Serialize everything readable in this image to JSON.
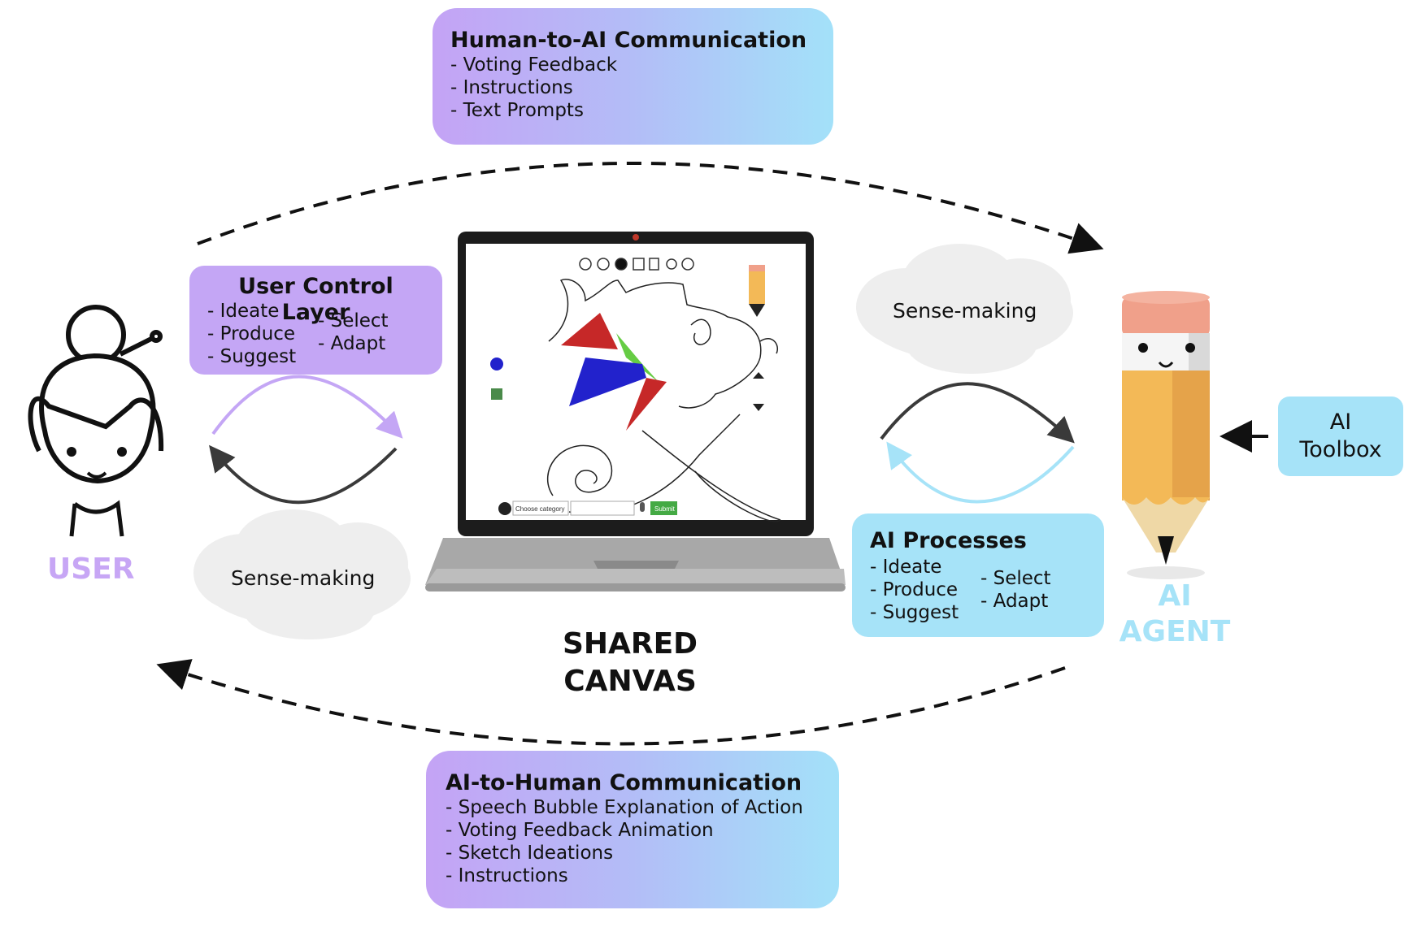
{
  "human_to_ai": {
    "title": "Human-to-AI Communication",
    "items": [
      "- Voting Feedback",
      "- Instructions",
      "- Text Prompts"
    ]
  },
  "user_control": {
    "title": "User Control Layer",
    "col1": [
      "- Ideate",
      "- Produce",
      "- Suggest"
    ],
    "col2": [
      "- Select",
      "- Adapt"
    ]
  },
  "ai_processes": {
    "title": "AI Processes",
    "col1": [
      "- Ideate",
      "- Produce",
      "- Suggest"
    ],
    "col2": [
      "- Select",
      "- Adapt"
    ]
  },
  "ai_to_human": {
    "title": "AI-to-Human Communication",
    "items": [
      "- Speech Bubble Explanation of Action",
      "- Voting Feedback Animation",
      "- Sketch Ideations",
      "- Instructions"
    ]
  },
  "labels": {
    "user": "USER",
    "ai_agent_line1": "AI",
    "ai_agent_line2": "AGENT",
    "shared_canvas_line1": "SHARED",
    "shared_canvas_line2": "CANVAS",
    "sense_making_left": "Sense-making",
    "sense_making_right": "Sense-making",
    "toolbox_line1": "AI",
    "toolbox_line2": "Toolbox"
  },
  "canvas_ui": {
    "category_select": "Choose category",
    "submit_button": "Submit"
  },
  "colors": {
    "purple": "#c4a6f5",
    "blue": "#a6e3f8",
    "arrow_dark": "#333333",
    "cloud": "#eeeeee"
  }
}
